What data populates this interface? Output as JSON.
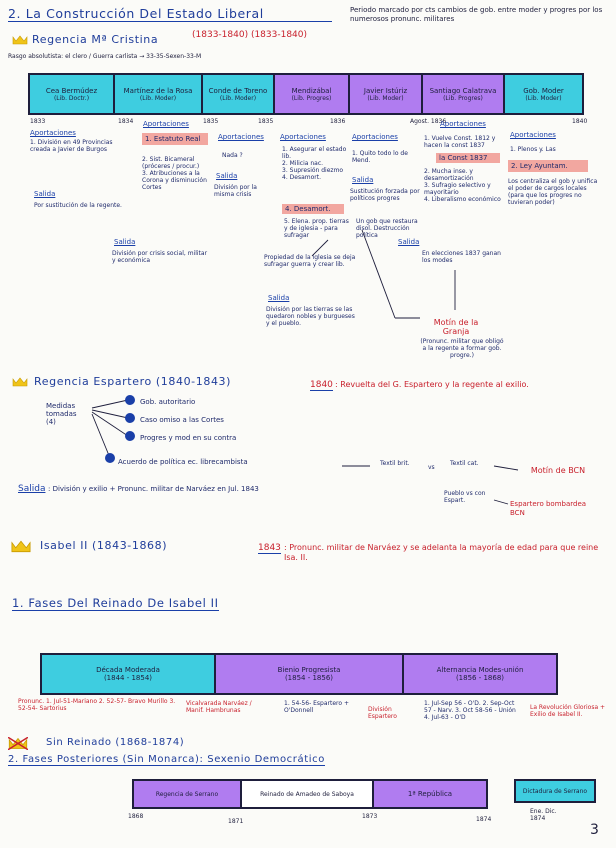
{
  "header": {
    "title": "2. La Construcción Del Estado Liberal",
    "description": "Periodo marcado por cts cambios de gob. entre moder y progres por los numerosos pronunc. militares"
  },
  "regencia_mc": {
    "title": "Regencia Mª Cristina",
    "years": "(1833-1840) (1833-1840)",
    "subline": "Rasgo absolutista: el clero / Guerra carlista → 33-35-Sexen-33-M",
    "segments": [
      {
        "label": "Cea Bermúdez",
        "tag": "(Lib. Doctr.)",
        "color": "#3ecde0"
      },
      {
        "label": "Martínez de la Rosa",
        "tag": "(Lib. Moder)",
        "color": "#3ecde0"
      },
      {
        "label": "Conde de Toreno",
        "tag": "(Lib. Moder)",
        "color": "#3ecde0"
      },
      {
        "label": "Mendizábal",
        "tag": "(Lib. Progres)",
        "color": "#b07cf0"
      },
      {
        "label": "Javier Istúriz",
        "tag": "(Lib. Moder)",
        "color": "#b07cf0"
      },
      {
        "label": "Santiago Calatrava",
        "tag": "(Lib. Progres)",
        "color": "#b07cf0"
      },
      {
        "label": "Gob. Moder",
        "tag": "(Lib. Moder)",
        "color": "#3ecde0"
      }
    ],
    "years_below": [
      "1833",
      "1834",
      "1835",
      "1835",
      "1836",
      "Agost. 1836",
      "1840"
    ],
    "col1": {
      "head": "Aportaciones",
      "body": "1. División en 49 Provincias creada a Javier de Burgos",
      "salida_head": "Salida",
      "salida": "Por sustitución de la regente."
    },
    "col2": {
      "head": "Aportaciones",
      "item1": "1. Estatuto Real",
      "body": "2. Sist. Bicameral (próceres / procur.)\n3. Atribuciones a la Corona y disminución Cortes",
      "salida_head": "Salida",
      "salida": "División por crisis social, militar y económica"
    },
    "col3": {
      "head": "Aportaciones",
      "body": "Nada ?",
      "salida_head": "Salida",
      "salida": "División por la misma crisis"
    },
    "col4": {
      "head": "Aportaciones",
      "body": "1. Asegurar el estado lib.\n2. Milicia nac.\n3. Supresión diezmo\n4. Desamort.",
      "item": "4. Desamort.",
      "body2": "5. Elena. prop. tierras y de iglesia - para sufragar",
      "salida_head": "Salida",
      "salida": "División por las tierras se las quedaron nobles y burgueses y el pueblo.",
      "bottom": "Propiedad de la iglesia se deja sufragar guerra y crear lib."
    },
    "col5": {
      "head": "Aportaciones",
      "body": "1. Quito todo lo de Mend.",
      "salida_head": "Salida",
      "salida": "Sustitución forzada por políticos progres",
      "extra": "Un gob que restaura disol. Destrucción política"
    },
    "col6": {
      "head": "Aportaciones",
      "body": "1. Vuelve Const. 1812 y hacen la const 1837",
      "item": "la Const 1837",
      "body2": "2. Mucha inse. y desamortización\n3. Sufragio selectivo y mayoritario\n4. Liberalismo económico",
      "salida_head": "Salida",
      "salida": "En elecciones 1837 ganan los modes",
      "motin": "Motín de la Granja",
      "motin_desc": "(Pronunc. militar que obligó a la regente a formar gob. progre.)"
    },
    "col7": {
      "head": "Aportaciones",
      "body": "1. Plenos y. Las",
      "item": "2. Ley Ayuntam.",
      "body2": "Los centraliza el gob y unifica el poder de cargos locales (para que los progres no tuvieran poder)"
    }
  },
  "espartero": {
    "title": "Regencia Espartero (1840-1843)",
    "year_note": "1840",
    "note": ": Revuelta del G. Espartero y la regente al exilio.",
    "medidas": "Medidas tomadas (4)",
    "items": [
      "Gob. autoritario",
      "Caso omiso a las Cortes",
      "Progres y mod en su contra",
      "Acuerdo de política ec. librecambista"
    ],
    "textil": "Textil brit.",
    "vs": "vs",
    "textil2": "Textil cat.",
    "motin": "Motín de BCN",
    "salida_head": "Salida",
    "salida": ": División y exilio + Pronunc. militar de Narváez en Jul. 1843",
    "pueblo": "Pueblo vs con Espart.",
    "bombardea": "Espartero bombardea BCN"
  },
  "isabel": {
    "title": "Isabel II (1843-1868)",
    "year_note": "1843",
    "note": ": Pronunc. militar de Narváez y se adelanta la mayoría de edad para que reine Isa. II."
  },
  "fases": {
    "title": "1. Fases Del Reinado De Isabel II",
    "segments": [
      {
        "label": "Década Moderada",
        "years": "(1844 - 1854)",
        "color": "#3ecde0"
      },
      {
        "label": "Bienio Progresista",
        "years": "(1854 - 1856)",
        "color": "#b07cf0"
      },
      {
        "label": "Alternancia Modes-unión",
        "years": "(1856 - 1868)",
        "color": "#b07cf0"
      }
    ],
    "notes": [
      "Pronunc. 1. Jul-51-Mariano 2. 52-57- Bravo Murillo 3. 52-54- Sartorius",
      "Vicalvarada Narváez / Manif. Hambrunas",
      "1. 54-56- Espartero + O'Donnell",
      "División Espartero",
      "1. Jul-Sep 56 - O'D. 2. Sep-Oct 57 - Narv. 3. Oct 58-56 - Unión 4. Jul-63 - O'D",
      "La Revolución Gloriosa + Exilio de Isabel II."
    ]
  },
  "sin_reinado": {
    "title": "Sin Reinado (1868-1874)",
    "subtitle": "2. Fases Posteriores (Sin Monarca): Sexenio Democrático",
    "segments": [
      {
        "label": "Regencia de Serrano",
        "color": "#b07cf0"
      },
      {
        "label": "Reinado de Amadeo de Saboya",
        "color": "#ffffff"
      },
      {
        "label": "1ª República",
        "color": "#b07cf0"
      }
    ],
    "dictadura": "Dictadura de Serrano",
    "years": [
      "1868",
      "1871",
      "1873",
      "1874"
    ],
    "ene": "Ene. Dic. 1874"
  },
  "page_number": "3"
}
